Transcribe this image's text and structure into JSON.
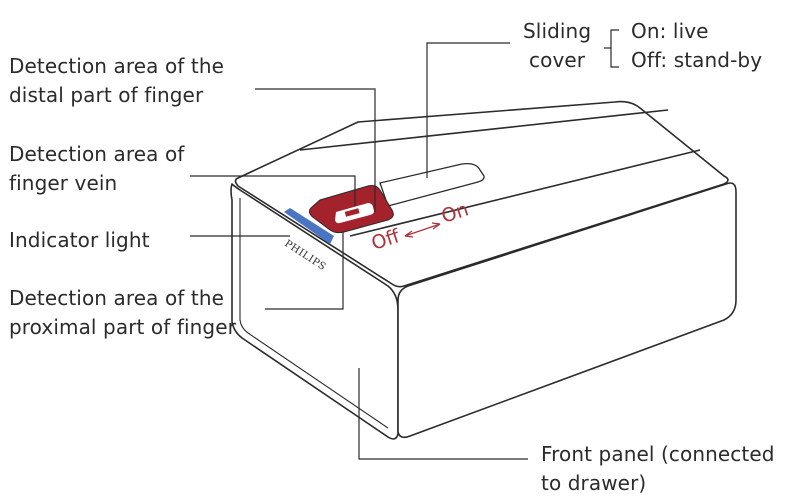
{
  "labels": {
    "distal": [
      "Detection area of the",
      "distal part of finger"
    ],
    "vein": [
      "Detection area of",
      "finger vein"
    ],
    "indicator": [
      "Indicator light"
    ],
    "proximal": [
      "Detection area of the",
      "proximal part of finger"
    ],
    "sliding_cover": [
      "Sliding",
      "cover"
    ],
    "sliding_states": [
      "On: live",
      "Off: stand-by"
    ],
    "front_panel": [
      "Front panel (connected",
      "to drawer)"
    ]
  },
  "device": {
    "brand": "PHILIPS",
    "switch_off": "Off",
    "switch_on": "On"
  },
  "colors": {
    "outline": "#2b2b2b",
    "sensor_red": "#a3222b",
    "indicator_blue": "#4a74c4",
    "switch_text": "#b0303a"
  }
}
